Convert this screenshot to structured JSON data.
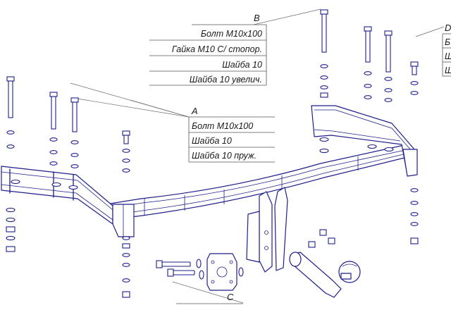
{
  "callout_b": {
    "letter": "B",
    "items": [
      "Болт М10х100",
      "Гайка М10 С/ стопор.",
      "Шайба 10",
      "Шайба 10 увелич."
    ]
  },
  "callout_a": {
    "letter": "A",
    "items": [
      "Болт М10х100",
      "Шайба 10",
      "Шайба 10 пруж."
    ]
  },
  "callout_c": {
    "letter": "C"
  },
  "callout_d": {
    "letter": "D",
    "items": [
      "Б",
      "Ш",
      "Ш"
    ]
  },
  "colors": {
    "line": "#1e1e8c",
    "text": "#1a1a1a",
    "leader": "#6a6a6a"
  }
}
